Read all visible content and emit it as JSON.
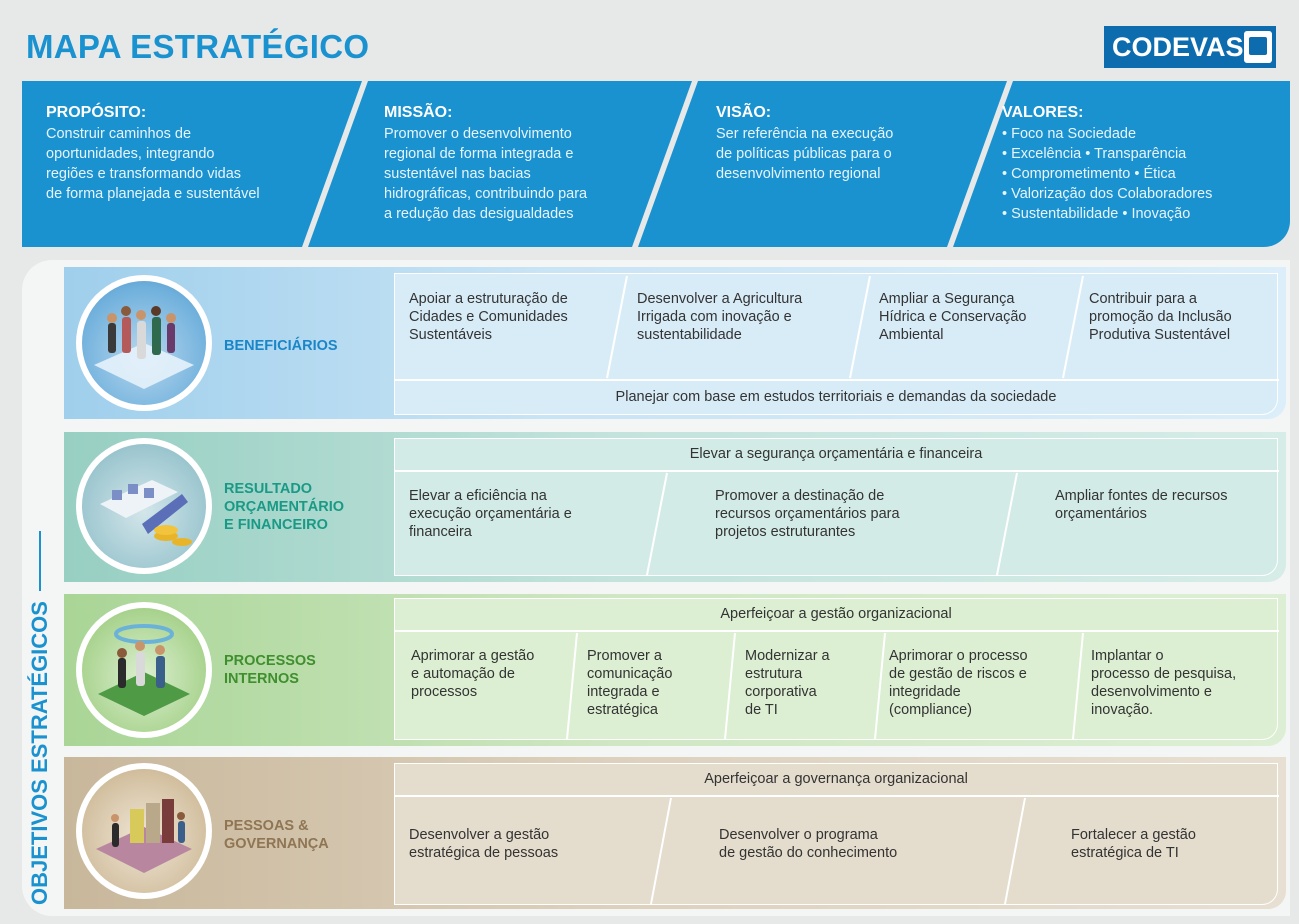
{
  "title": "MAPA ESTRATÉGICO",
  "logo": "CODEVASF",
  "top": {
    "proposito": {
      "head": "PROPÓSITO:",
      "text": "Construir caminhos de\noportunidades, integrando\nregiões e transformando vidas\nde forma planejada e sustentável"
    },
    "missao": {
      "head": "MISSÃO:",
      "text": "Promover o desenvolvimento\nregional de forma integrada e\nsustentável nas bacias\nhidrográficas, contribuindo para\na redução das desigualdades"
    },
    "visao": {
      "head": "VISÃO:",
      "text": "Ser referência na execução\nde políticas públicas para o\ndesenvolvimento regional"
    },
    "valores": {
      "head": "VALORES:",
      "text": "• Foco na Sociedade\n• Excelência • Transparência\n• Comprometimento • Ética\n• Valorização dos Colaboradores\n• Sustentabilidade • Inovação"
    }
  },
  "side_label": "OBJETIVOS ESTRATÉGICOS",
  "rows": {
    "beneficiarios": {
      "label": "BENEFICIÁRIOS",
      "cells": [
        "Apoiar a estruturação de\nCidades e Comunidades\nSustentáveis",
        "Desenvolver a Agricultura\nIrrigada com inovação e\nsustentabilidade",
        "Ampliar a Segurança\nHídrica e Conservação\nAmbiental",
        "Contribuir para a\npromoção da Inclusão\nProdutiva Sustentável"
      ],
      "bottom": "Planejar com base em estudos territoriais e demandas da sociedade"
    },
    "resultado": {
      "label": "RESULTADO\nORÇAMENTÁRIO\nE FINANCEIRO",
      "top": "Elevar a segurança orçamentária e financeira",
      "cells": [
        "Elevar a eficiência na\nexecução orçamentária e\nfinanceira",
        "Promover a destinação de\nrecursos orçamentários para\nprojetos estruturantes",
        "Ampliar fontes de recursos\norçamentários"
      ]
    },
    "processos": {
      "label": "PROCESSOS\nINTERNOS",
      "top": "Aperfeiçoar a gestão organizacional",
      "cells": [
        "Aprimorar a gestão\ne automação de\nprocessos",
        "Promover a\ncomunicação\nintegrada e\nestratégica",
        "Modernizar a\nestrutura\ncorporativa\nde TI",
        "Aprimorar o processo\nde gestão de riscos e\nintegridade\n(compliance)",
        "Implantar o\nprocesso de pesquisa,\ndesenvolvimento e\ninovação."
      ]
    },
    "pessoas": {
      "label": "PESSOAS &\nGOVERNANÇA",
      "top": "Aperfeiçoar a governança organizacional",
      "cells": [
        "Desenvolver a gestão\nestratégica de pessoas",
        "Desenvolver o programa\nde gestão do conhecimento",
        "Fortalecer a gestão\nestratégica de TI"
      ]
    }
  },
  "colors": {
    "blue": "#1b92d0",
    "dark_blue": "#0d6cae",
    "teal": "#1a9a86",
    "green": "#3f8f2e",
    "brown": "#8f7553"
  }
}
